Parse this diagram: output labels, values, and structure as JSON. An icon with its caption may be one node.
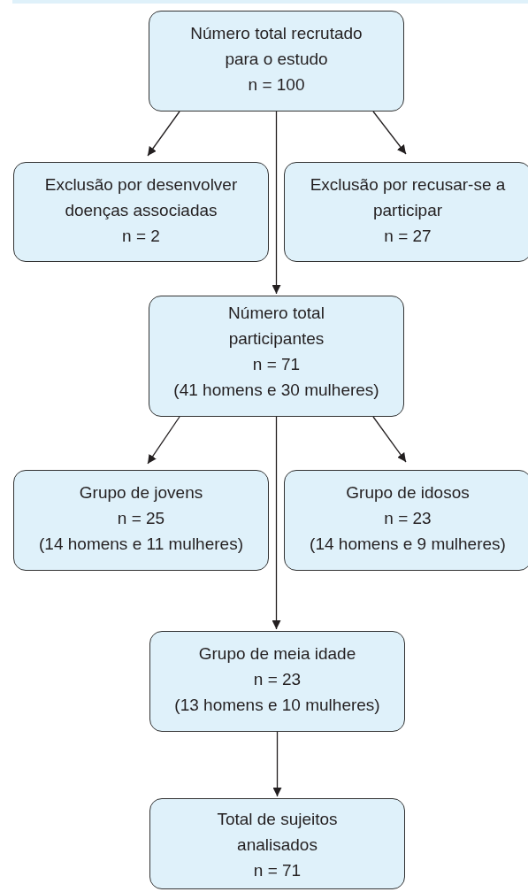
{
  "diagram": {
    "nodes": [
      {
        "text": [
          "Número total recrutado para o estudo",
          "n = 100"
        ]
      },
      {
        "text": [
          "Exclusão por desenvolver doenças associadas",
          "n = 2"
        ]
      },
      {
        "text": [
          "Exclusão por recusar-se a participar",
          "n = 27"
        ]
      },
      {
        "text": [
          "Número total participantes",
          "n = 71",
          "(41 homens e 30 mulheres)"
        ]
      },
      {
        "text": [
          "Grupo de jovens",
          "n = 25",
          "(14 homens e 11 mulheres)"
        ]
      },
      {
        "text": [
          "Grupo de idosos",
          "n = 23",
          "(14 homens e 9 mulheres)"
        ]
      },
      {
        "text": [
          "Grupo de meia idade",
          "n = 23",
          "(13 homens e 10 mulheres)"
        ]
      },
      {
        "text": [
          "Total de sujeitos analisados",
          "n = 71"
        ]
      }
    ],
    "edges": [
      {
        "from": 0,
        "to": 1,
        "arrow": "to"
      },
      {
        "from": 0,
        "to": 2,
        "arrow": "to"
      },
      {
        "from": 0,
        "to": 3,
        "arrow": "to"
      },
      {
        "from": 3,
        "to": 4,
        "arrow": "to"
      },
      {
        "from": 3,
        "to": 5,
        "arrow": "to"
      },
      {
        "from": 3,
        "to": 6,
        "arrow": "to"
      },
      {
        "from": 6,
        "to": 7,
        "arrow": "to"
      }
    ]
  }
}
